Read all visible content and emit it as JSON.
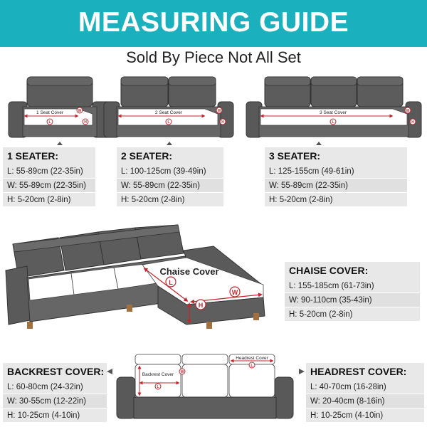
{
  "header": {
    "title": "MEASURING GUIDE",
    "subtitle": "Sold By Piece Not All Set"
  },
  "diagram_labels": {
    "seat1": "1 Seat Cover",
    "seat2": "2 Seat Cover",
    "seat3": "3 Seat Cover",
    "chaise": "Chaise Cover",
    "backrest": "Backrest Cover",
    "headrest": "Headrest Cover",
    "L": "L",
    "W": "W",
    "H": "H"
  },
  "specs": {
    "one_seater": {
      "title": "1 SEATER:",
      "rows": [
        "L: 55-89cm (22-35in)",
        "W: 55-89cm (22-35in)",
        "H: 5-20cm (2-8in)"
      ]
    },
    "two_seater": {
      "title": "2 SEATER:",
      "rows": [
        "L: 100-125cm (39-49in)",
        "W: 55-89cm (22-35in)",
        "H: 5-20cm (2-8in)"
      ]
    },
    "three_seater": {
      "title": "3 SEATER:",
      "rows": [
        "L: 125-155cm (49-61in)",
        "W: 55-89cm (22-35in)",
        "H: 5-20cm (2-8in)"
      ]
    },
    "chaise": {
      "title": "CHAISE COVER:",
      "rows": [
        "L: 155-185cm (61-73in)",
        "W: 90-110cm (35-43in)",
        "H: 5-20cm (2-8in)"
      ]
    },
    "backrest": {
      "title": "BACKREST COVER:",
      "rows": [
        "L: 60-80cm (24-32in)",
        "W: 30-55cm (12-22in)",
        "H: 10-25cm (4-10in)"
      ]
    },
    "headrest": {
      "title": "HEADREST COVER:",
      "rows": [
        "L: 40-70cm (16-28in)",
        "W: 20-40cm (8-16in)",
        "H: 10-25cm (4-10in)"
      ]
    }
  },
  "colors": {
    "banner": "#1bb0bd",
    "sofa": "#5a5a5a",
    "cushion": "#ffffff",
    "measure": "#c0262c",
    "table": "#e4e4e4"
  }
}
